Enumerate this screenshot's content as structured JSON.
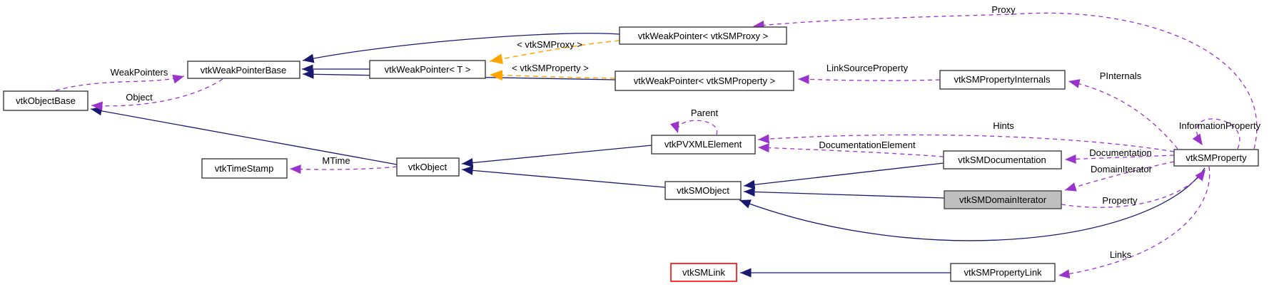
{
  "diagram": {
    "type": "doxygen-collaboration-graph",
    "focus_class": "vtkSMDomainIterator",
    "colors": {
      "background": "#ffffff",
      "inheritance_edge": "#191970",
      "usage_edge": "#9a32cc",
      "template_edge": "#ffa500",
      "node_fill": "#ffffff",
      "focus_node_fill": "#bfbfbf",
      "node_border": "#3c3c3c",
      "truncated_node_border": "#ff0000",
      "text": "#000000"
    },
    "nodes": {
      "vtkObjectBase": "vtkObjectBase",
      "vtkWeakPointerBase": "vtkWeakPointerBase",
      "vtkWeakPointerT": "vtkWeakPointer< T >",
      "vtkWeakPointerProxy": "vtkWeakPointer< vtkSMProxy >",
      "vtkWeakPointerProperty": "vtkWeakPointer< vtkSMProperty >",
      "vtkSMPropertyInternals": "vtkSMPropertyInternals",
      "vtkTimeStamp": "vtkTimeStamp",
      "vtkObject": "vtkObject",
      "vtkPVXMLElement": "vtkPVXMLElement",
      "vtkSMObject": "vtkSMObject",
      "vtkSMDocumentation": "vtkSMDocumentation",
      "vtkSMDomainIterator": "vtkSMDomainIterator",
      "vtkSMProperty": "vtkSMProperty",
      "vtkSMLink": "vtkSMLink",
      "vtkSMPropertyLink": "vtkSMPropertyLink"
    },
    "edge_labels": {
      "weak_pointers": "WeakPointers",
      "object": "Object",
      "template_proxy": "< vtkSMProxy >",
      "template_property": "< vtkSMProperty >",
      "link_source_property": "LinkSourceProperty",
      "pinternals": "PInternals",
      "proxy": "Proxy",
      "parent": "Parent",
      "hints": "Hints",
      "information_property": "InformationProperty",
      "documentation_element": "DocumentationElement",
      "documentation": "Documentation",
      "domain_iterator": "DomainIterator",
      "mtime": "MTime",
      "property": "Property",
      "links": "Links"
    }
  }
}
